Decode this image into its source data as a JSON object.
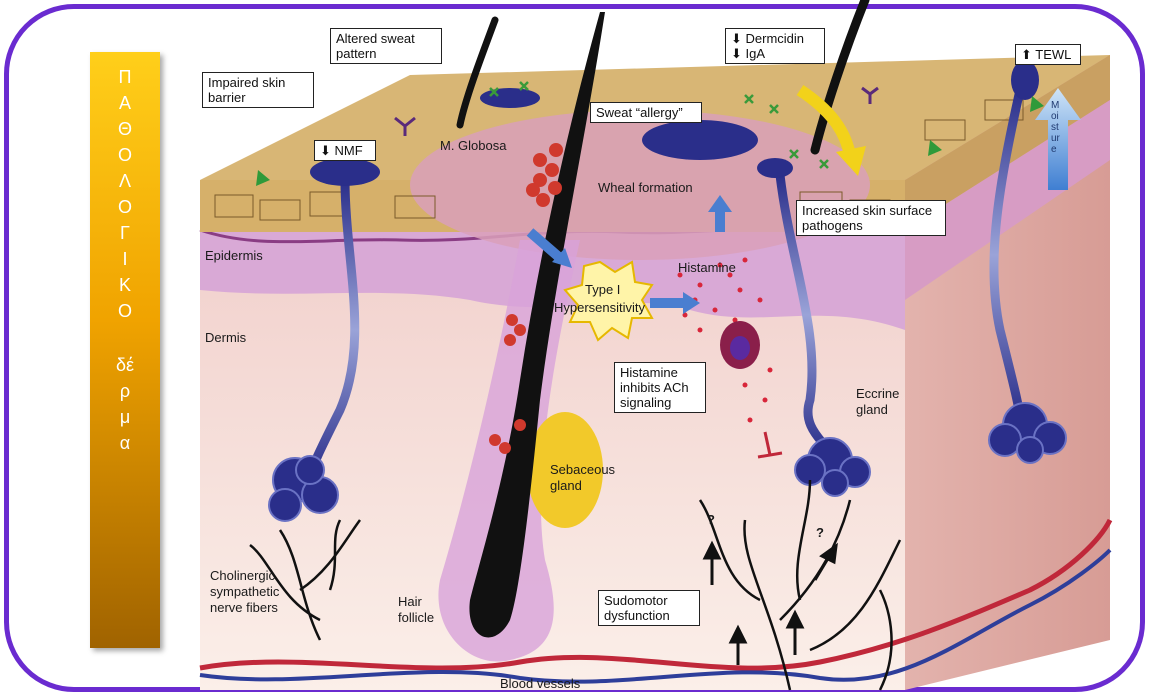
{
  "sidebar": {
    "letters": [
      "Π",
      "Α",
      "Θ",
      "Ο",
      "Λ",
      "Ο",
      "Γ",
      "Ι",
      "Κ",
      "Ο"
    ],
    "word2": [
      "δέ",
      "ρ",
      "μ",
      "α"
    ],
    "color_top": "#ffcf1a",
    "color_bottom": "#a06300"
  },
  "frame_color": "#6a2bd0",
  "boxes": {
    "impaired": "Impaired skin barrier",
    "altered": "Altered sweat pattern",
    "nmf": "⬇ NMF",
    "sweat_allergy": "Sweat “allergy”",
    "dermcidin": "⬇ Dermcidin",
    "iga": "⬇ IgA",
    "tewl": "⬆ TEWL",
    "pathogens": "Increased skin surface pathogens",
    "histamine_inhibits": "Histamine inhibits ACh signaling",
    "sudomotor": "Sudomotor dysfunction"
  },
  "labels": {
    "m_globosa": "M. Globosa",
    "wheal": "Wheal formation",
    "epidermis": "Epidermis",
    "dermis": "Dermis",
    "histamine": "Histamine",
    "type1_a": "Type I",
    "type1_b": "Hypersensitivity",
    "eccrine": "Eccrine gland",
    "sebaceous": "Sebaceous gland",
    "cholinergic": "Cholinergic sympathetic nerve fibers",
    "hair_follicle": "Hair follicle",
    "blood_vessels": "Blood vessels",
    "moisture": "Moisture",
    "q1": "?",
    "q2": "?"
  },
  "colors": {
    "skin_top": "#d8b06a",
    "epidermis": "#c7a0c8",
    "dermis": "#f2d3cc",
    "gland": "#2a2e8a",
    "hair": "#111111",
    "bacteria": "#d0392d",
    "histamine_dots": "#d8263a",
    "vessel_red": "#c0283a",
    "vessel_blue": "#2e3e9a"
  }
}
